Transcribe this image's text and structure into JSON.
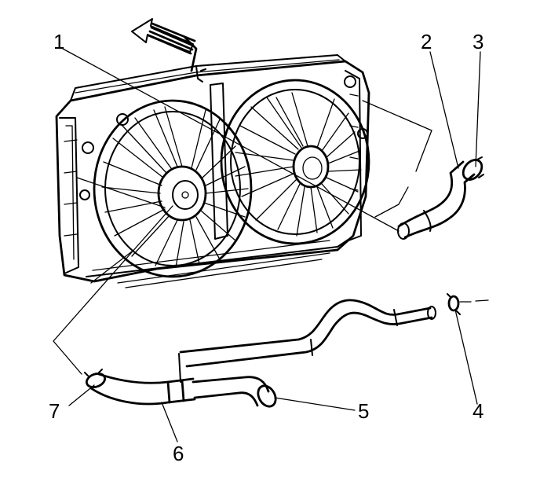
{
  "diagram": {
    "callouts": [
      {
        "id": "1",
        "text": "1"
      },
      {
        "id": "2",
        "text": "2"
      },
      {
        "id": "3",
        "text": "3"
      },
      {
        "id": "4",
        "text": "4"
      },
      {
        "id": "5",
        "text": "5"
      },
      {
        "id": "6",
        "text": "6"
      },
      {
        "id": "7",
        "text": "7"
      }
    ],
    "icons": {
      "direction": "direction-arrow-icon",
      "fan": "cooling-fan-icon",
      "clamp": "hose-clamp-icon"
    },
    "colors": {
      "ink": "#000000",
      "background": "#ffffff"
    }
  }
}
